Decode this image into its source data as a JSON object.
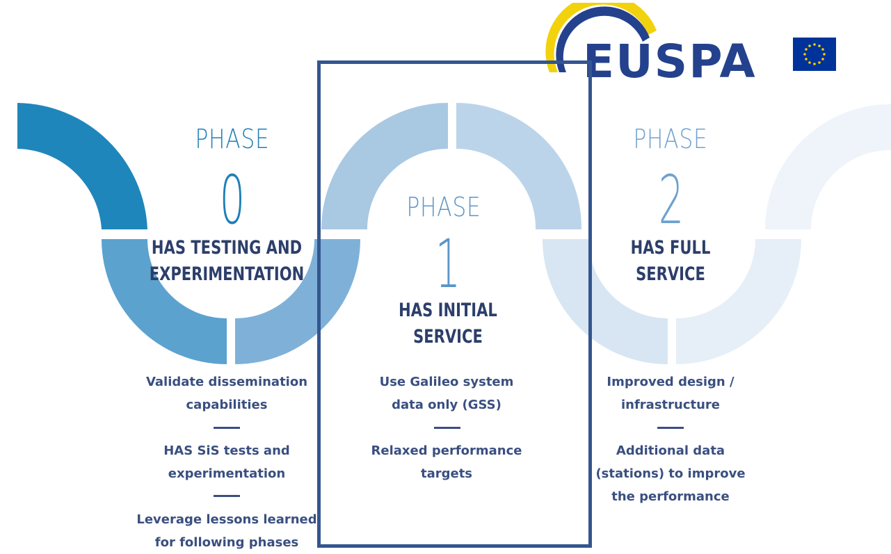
{
  "colors": {
    "phase0_arc_dark": "#1f86bb",
    "phase0_arc_mid": "#5ba2cf",
    "phase1_arc": "#a9c8e2",
    "phase2_arc": "#d7e6f2",
    "phase2_arc_faint": "#eef4fa",
    "phase0_text": "#1e7fb8",
    "phase1_text": "#5b95c6",
    "phase2_text": "#6fa1cf",
    "title_text": "#2c3e6a",
    "desc_text": "#3a4f80",
    "highlight_border": "#34568f",
    "logo_blue": "#24418d",
    "logo_yellow": "#f2d20d",
    "eu_flag": "#003399"
  },
  "logo": {
    "text": "EUSPA",
    "icon": "eu-flag-icon"
  },
  "phases": [
    {
      "word": "PHASE",
      "number": "0",
      "title": "HAS TESTING AND\nEXPERIMENTATION",
      "items": [
        "Validate dissemination\ncapabilities",
        "HAS SiS tests and\nexperimentation",
        "Leverage lessons learned\nfor following phases"
      ]
    },
    {
      "word": "PHASE",
      "number": "1",
      "title": "HAS INITIAL\nSERVICE",
      "items": [
        "Use Galileo system\ndata only (GSS)",
        "Relaxed performance\ntargets"
      ]
    },
    {
      "word": "PHASE",
      "number": "2",
      "title": "HAS FULL\nSERVICE",
      "items": [
        "Improved design /\ninfrastructure",
        "Additional data\n(stations) to improve\nthe performance"
      ]
    }
  ]
}
